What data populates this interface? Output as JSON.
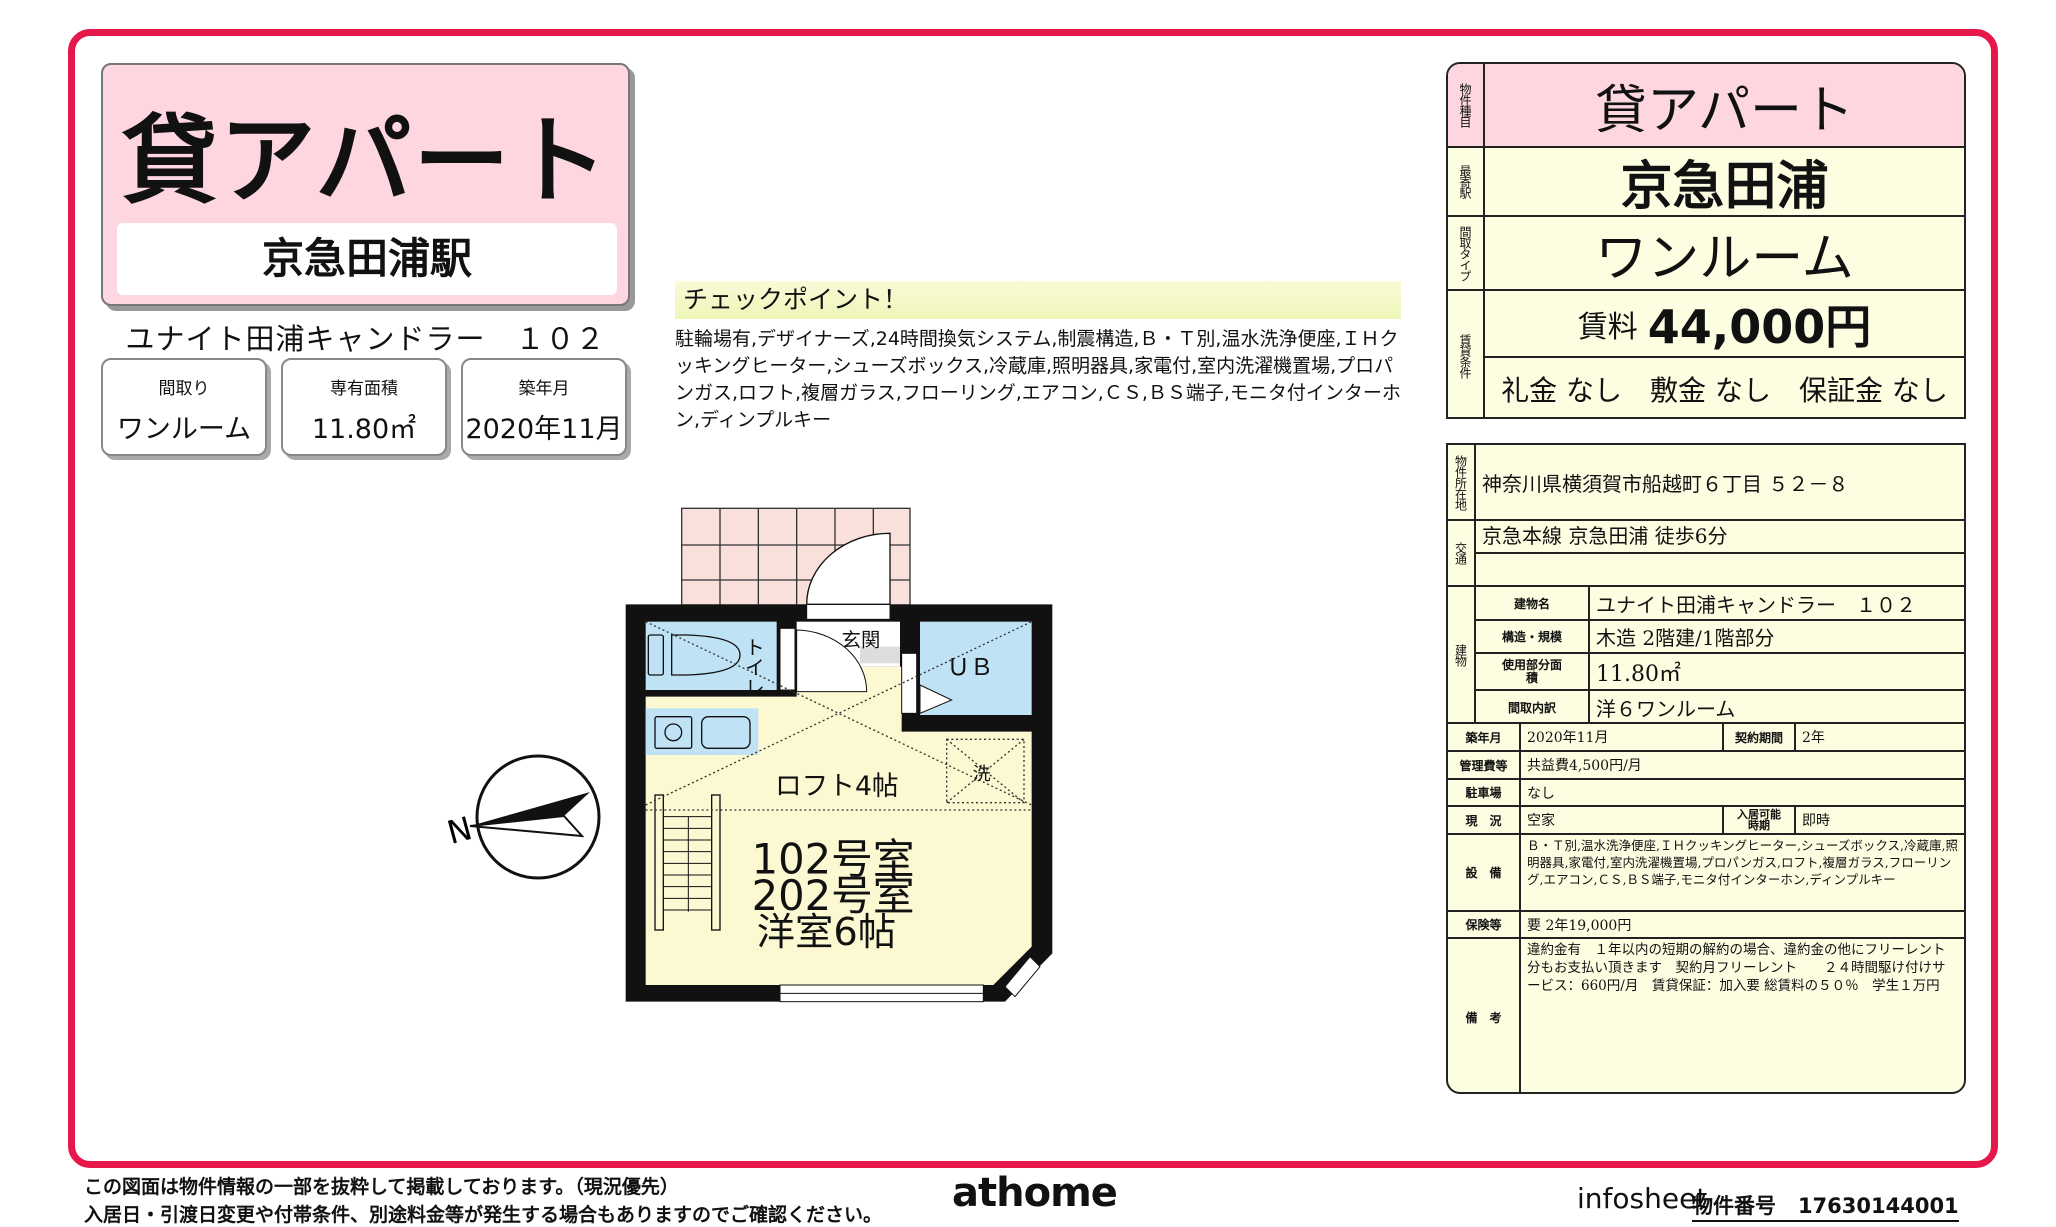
{
  "header": {
    "property_type": "貸アパート",
    "station": "京急田浦駅",
    "building_name": "ユナイト田浦キャンドラー　１０２"
  },
  "summary": [
    {
      "label": "間取り",
      "value": "ワンルーム"
    },
    {
      "label": "専有面積",
      "value": "11.80㎡"
    },
    {
      "label": "築年月",
      "value": "2020年11月"
    }
  ],
  "checkpoint": {
    "title": "チェックポイント！",
    "text": "駐輪場有,デザイナーズ,24時間換気システム,制震構造,Ｂ・Ｔ別,温水洗浄便座,ＩＨクッキングヒーター,シューズボックス,冷蔵庫,照明器具,家電付,室内洗濯機置場,プロパンガス,ロフト,複層ガラス,フローリング,エアコン,ＣＳ,ＢＳ端子,モニタ付インターホン,ディンプルキー"
  },
  "floorplan": {
    "toilet": "トイレ",
    "entrance": "玄関",
    "bath": "ＵＢ",
    "washer": "洗",
    "loft": "ロフト4帖",
    "room1": "102号室",
    "room2": "202号室",
    "room3": "洋室6帖",
    "north": "N"
  },
  "summary_table": {
    "type_label": "物件種目",
    "type": "貸アパート",
    "station_label": "最寄駅",
    "station": "京急田浦",
    "layout_label": "間取タイプ",
    "layout": "ワンルーム",
    "terms_label": "賃貸条件",
    "rent_label": "賃料",
    "rent": "44,000円",
    "fees": "礼金 なし　敷金 なし　保証金 なし"
  },
  "detail_table": {
    "address_label": "物件所在地",
    "address": "神奈川県横須賀市船越町６丁目 ５２－８",
    "transit_label": "交通",
    "transit1": "京急本線 京急田浦 徒歩6分",
    "transit2": "",
    "building_label": "建物",
    "building_rows": [
      {
        "label": "建物名",
        "value": "ユナイト田浦キャンドラー　１０２"
      },
      {
        "label": "構造・規模",
        "value": "木造 2階建/1階部分"
      },
      {
        "label": "使用部分面積",
        "value": "11.80㎡"
      },
      {
        "label": "間取内訳",
        "value": "洋６ワンルーム"
      }
    ],
    "built_label": "築年月",
    "built": "2020年11月",
    "contract_label": "契約期間",
    "contract": "2年",
    "mgmt_label": "管理費等",
    "mgmt": "共益費4,500円/月",
    "parking_label": "駐車場",
    "parking": "なし",
    "status_label": "現　況",
    "status": "空家",
    "movein_label": "入居可能時期",
    "movein": "即時",
    "equip_label": "設　備",
    "equip": "Ｂ・Ｔ別,温水洗浄便座,ＩＨクッキングヒーター,シューズボックス,冷蔵庫,照明器具,家電付,室内洗濯機置場,プロパンガス,ロフト,複層ガラス,フローリング,エアコン,ＣＳ,ＢＳ端子,モニタ付インターホン,ディンプルキー",
    "insurance_label": "保険等",
    "insurance": "要 2年19,000円",
    "remarks_label": "備　考",
    "remarks": "違約金有　１年以内の短期の解約の場合、違約金の他にフリーレント分もお支払い頂きます　契約月フリーレント　　２４時間駆け付けサービス：660円/月　賃貸保証：加入要 総賃料の５０％　学生１万円"
  },
  "footer": {
    "note1": "この図面は物件情報の一部を抜粋して掲載しております。（現況優先）",
    "note2": "入居日・引渡日変更や付帯条件、別途料金等が発生する場合もありますのでご確認ください。",
    "logo": "athome",
    "infosheet": "infosheet",
    "id_label": "物件番号",
    "id": "17630144001"
  },
  "colors": {
    "frame": "#e5174b",
    "pink": "#fdd6e0",
    "cream": "#fdfde2",
    "blue": "#bfe3f5",
    "floor": "#fbf8d2",
    "tile": "#f9e0db"
  }
}
